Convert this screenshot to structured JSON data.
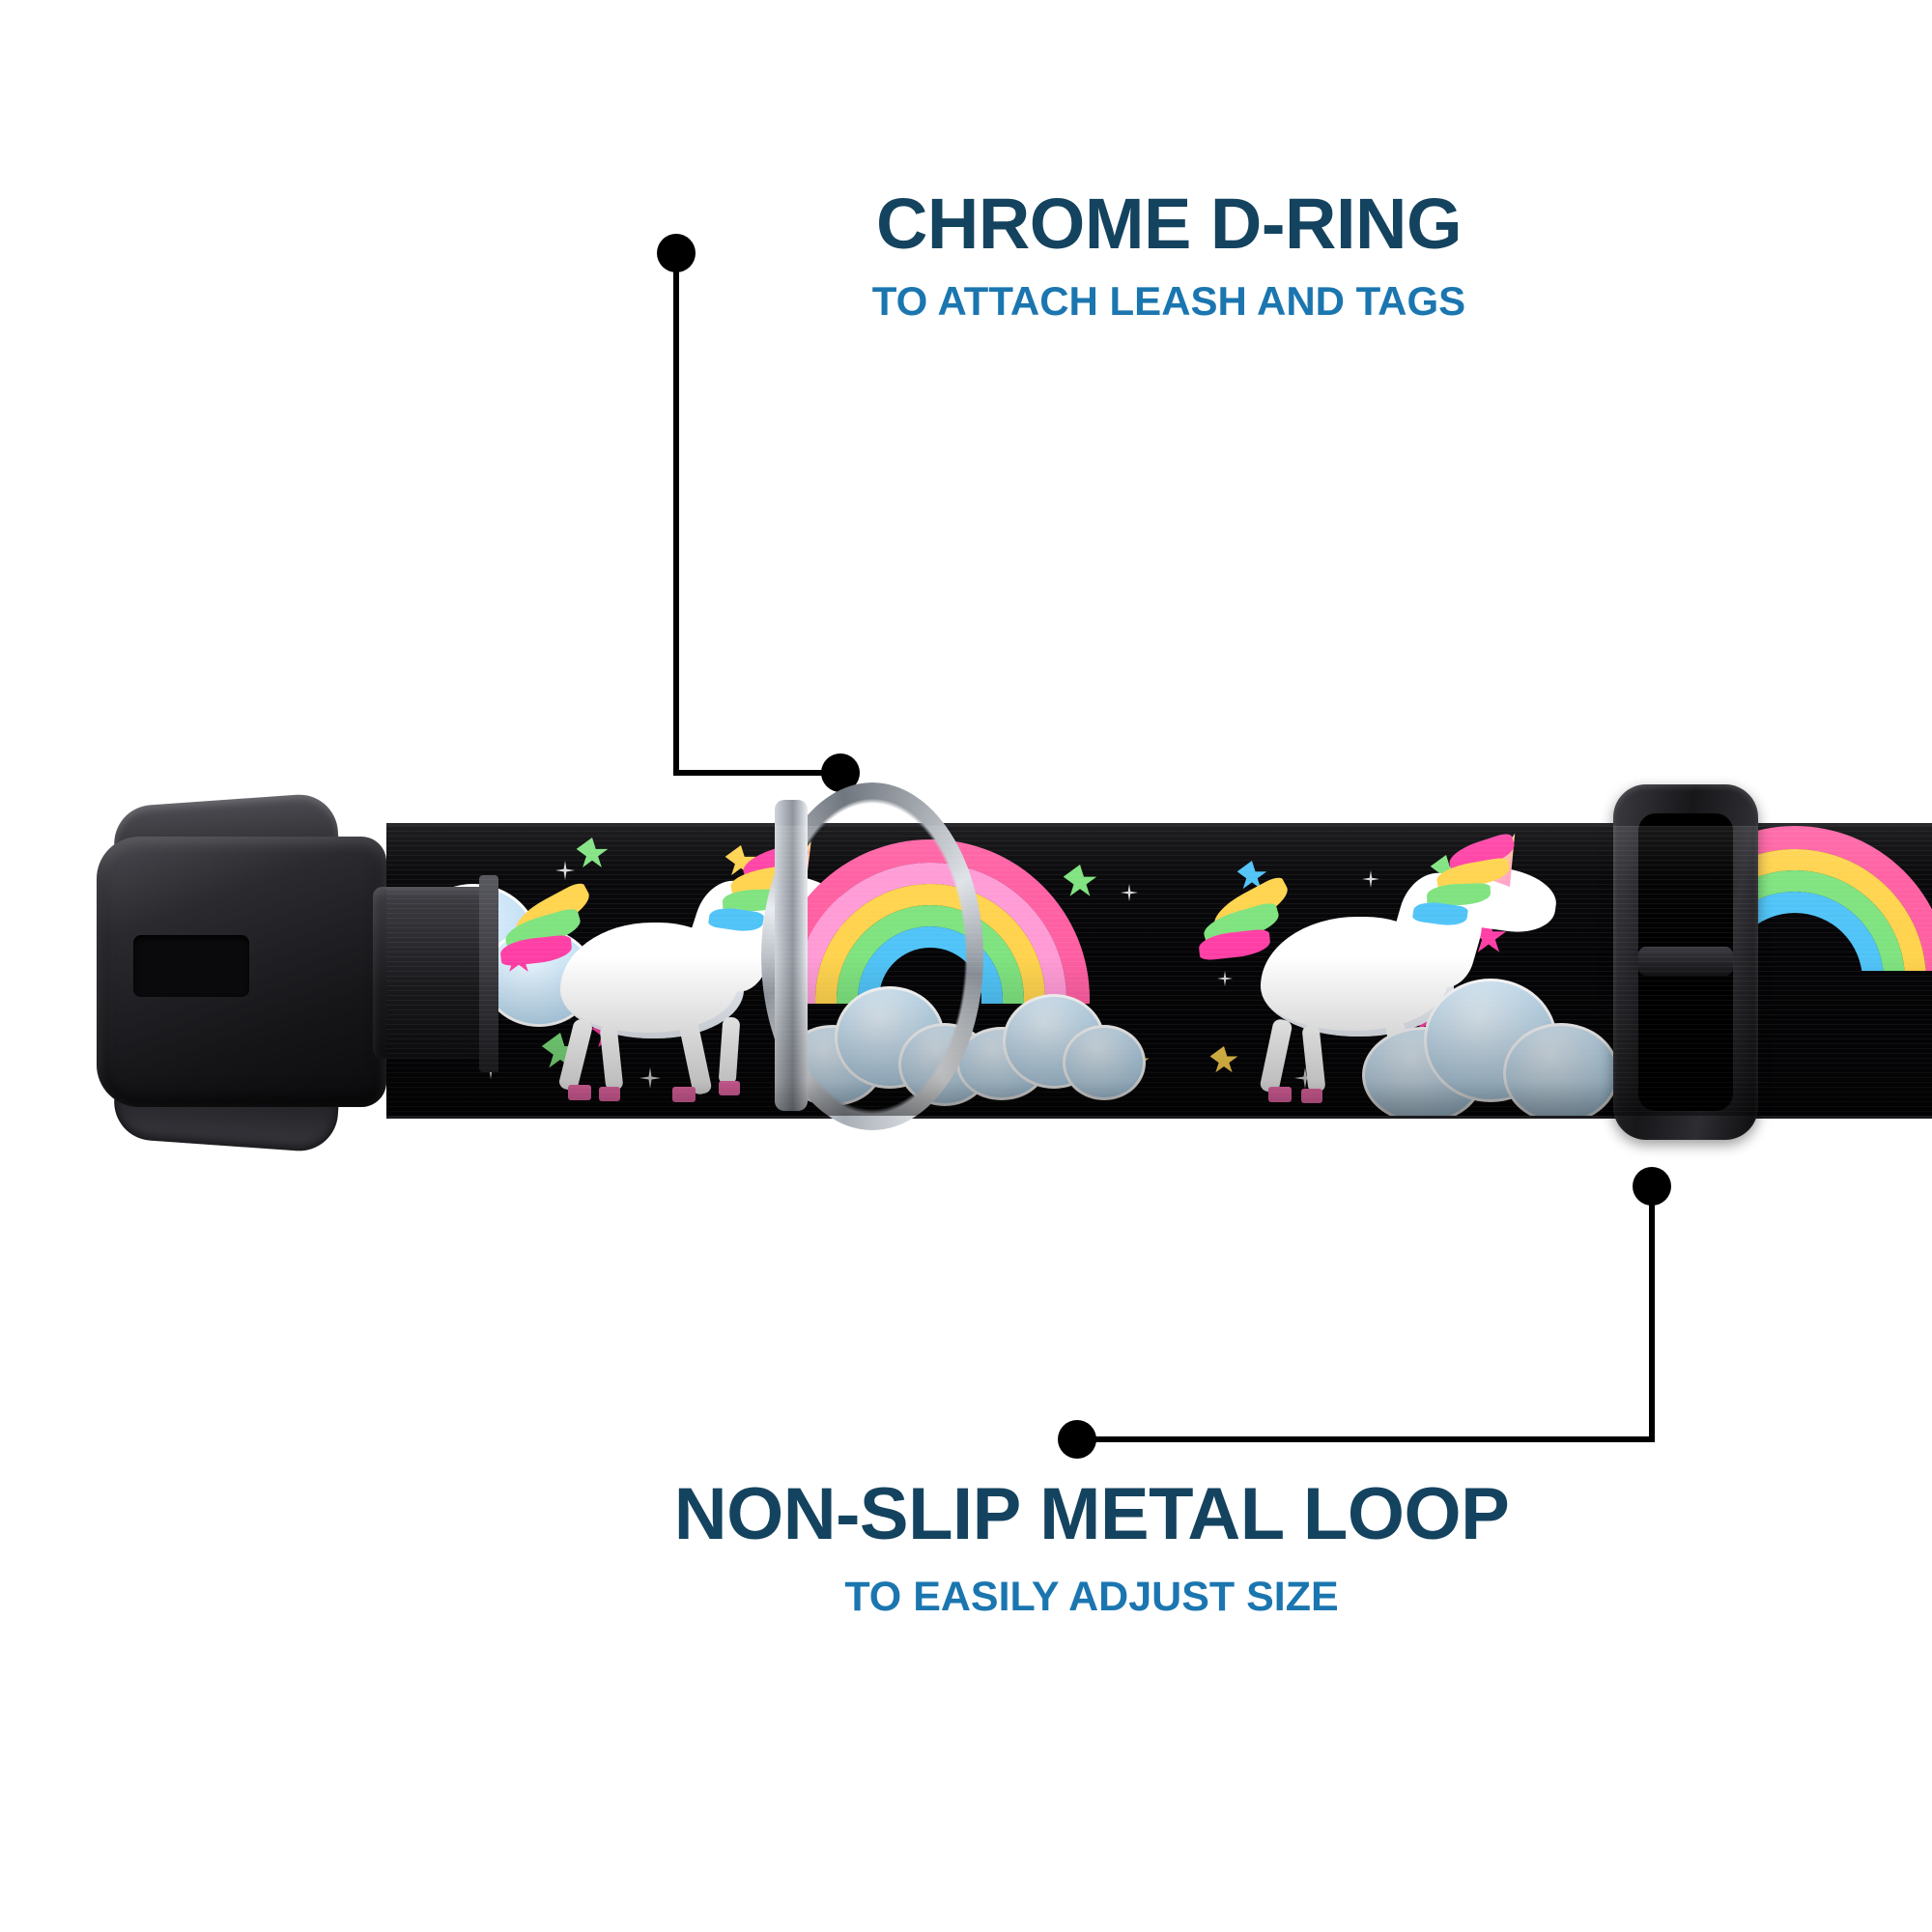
{
  "image": {
    "subject": "dog-collar-product-feature-callouts",
    "background_color": "#ffffff"
  },
  "callouts": [
    {
      "id": "chrome-d-ring",
      "title": "CHROME D-RING",
      "subtitle": "TO ATTACH LEASH AND TAGS",
      "title_color": "#14435f",
      "subtitle_color": "#1b76b0",
      "leader_color": "#000000"
    },
    {
      "id": "non-slip-metal-loop",
      "title": "NON-SLIP METAL LOOP",
      "subtitle": "TO EASILY ADJUST SIZE",
      "title_color": "#14435f",
      "subtitle_color": "#1b76b0",
      "leader_color": "#000000"
    }
  ],
  "product": {
    "name": "unicorn-print-dog-collar",
    "strap_color": "#050507",
    "parts": [
      {
        "name": "side-release-buckle",
        "color": "#1b1b1f"
      },
      {
        "name": "printed-webbing-strap",
        "color": "#050507"
      },
      {
        "name": "chrome-d-ring",
        "color": "#cfd4da"
      },
      {
        "name": "metal-slider-loop",
        "color": "#1b1b1f"
      }
    ],
    "print_motifs": [
      {
        "name": "unicorn",
        "colors": [
          "#ffffff",
          "#ff6fb5",
          "#ffe36e",
          "#7ee37e",
          "#ff5fa2"
        ]
      },
      {
        "name": "rainbow-arc",
        "colors": [
          "#ff5fa2",
          "#ff9ad5",
          "#ffd34d",
          "#7ee37e",
          "#4fc3f7"
        ]
      },
      {
        "name": "cloud",
        "colors": [
          "#eaf6ff",
          "#9cc9e8"
        ]
      },
      {
        "name": "star",
        "colors": [
          "#ff3ea5",
          "#7ee37e",
          "#ffd34d",
          "#4fc3f7"
        ]
      },
      {
        "name": "sparkle",
        "colors": [
          "#ffffff"
        ]
      }
    ]
  }
}
